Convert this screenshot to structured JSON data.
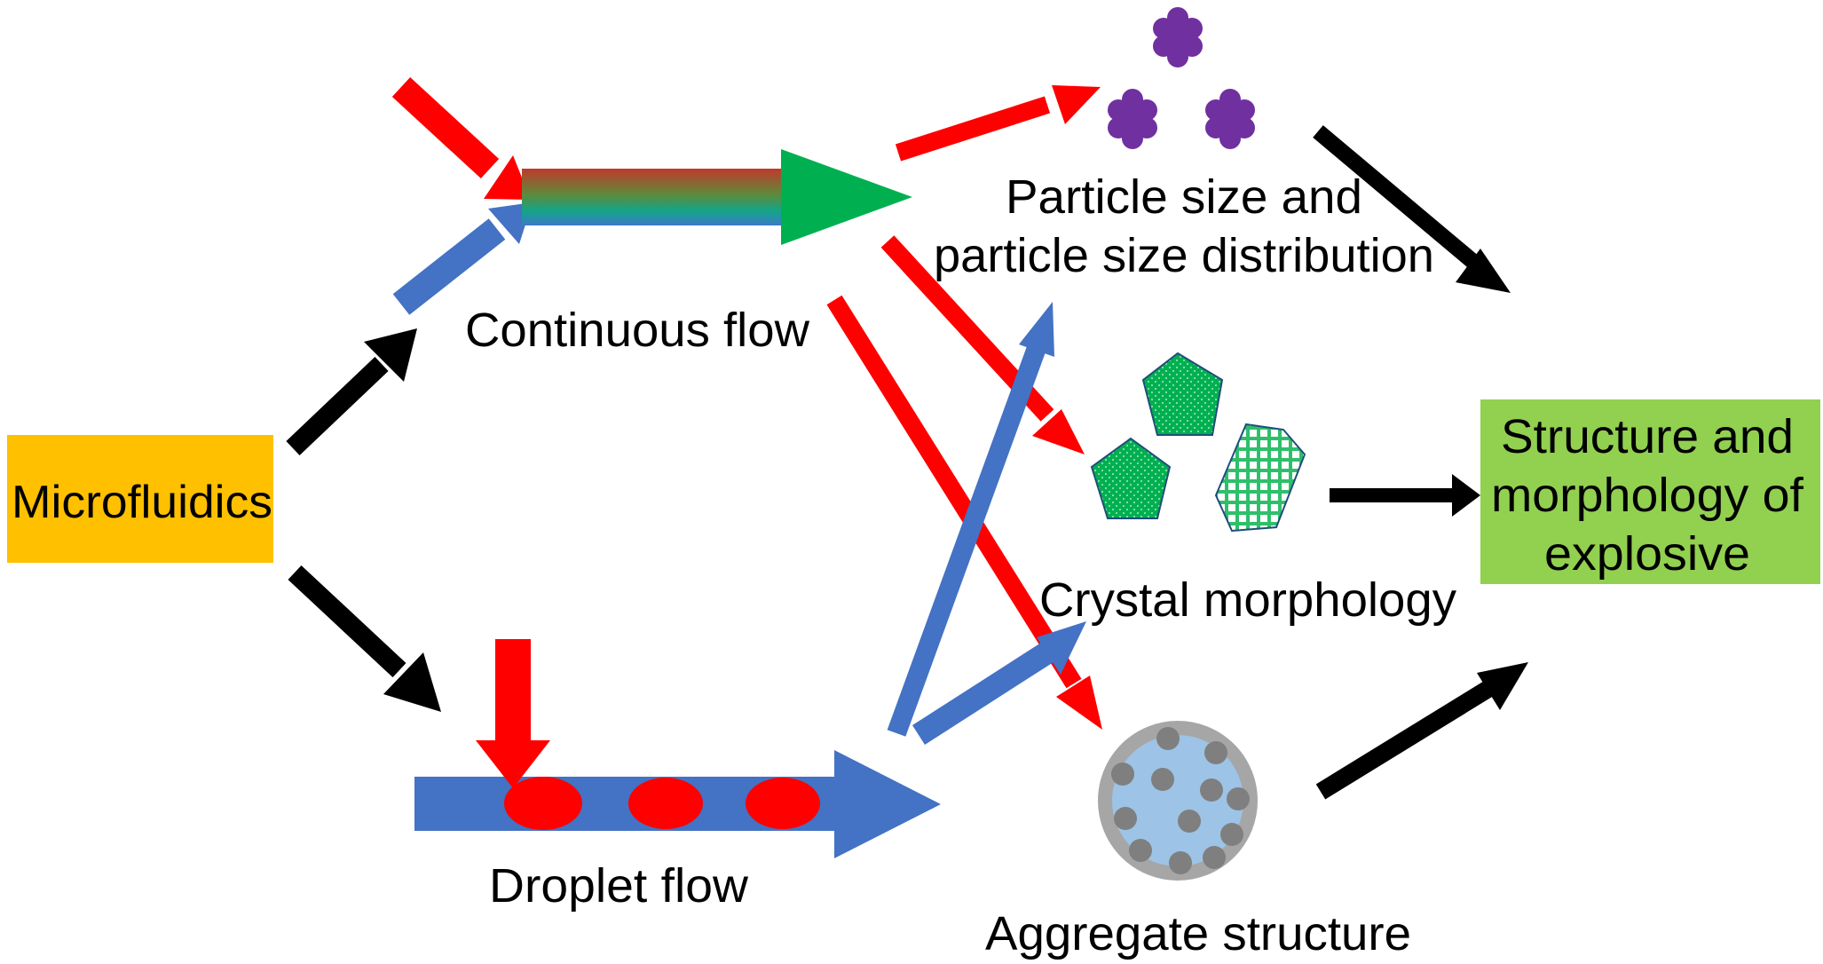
{
  "nodes": {
    "microfluidics": "Microfluidics",
    "continuous_flow": "Continuous flow",
    "droplet_flow": "Droplet flow",
    "particle_size": [
      "Particle size and",
      "particle size distribution"
    ],
    "crystal_morphology": "Crystal morphology",
    "aggregate_structure": "Aggregate structure",
    "result": [
      "Structure and",
      "morphology of",
      "explosive"
    ]
  },
  "colors": {
    "microfluidics_box": "#ffc000",
    "result_box": "#92d050",
    "red": "#ff0000",
    "blue": "#4472c4",
    "green": "#00b050",
    "black": "#000000",
    "particle_purple": "#7030a0",
    "crystal_green": "#00b050",
    "aggregate_ring": "#a6a6a6",
    "aggregate_fill": "#9dc3e6",
    "aggregate_dots": "#7f7f7f"
  },
  "icons": [
    "particle-cluster-icon",
    "pentagon-crystal-icon",
    "hexagon-crystal-icon",
    "aggregate-sphere-icon"
  ]
}
